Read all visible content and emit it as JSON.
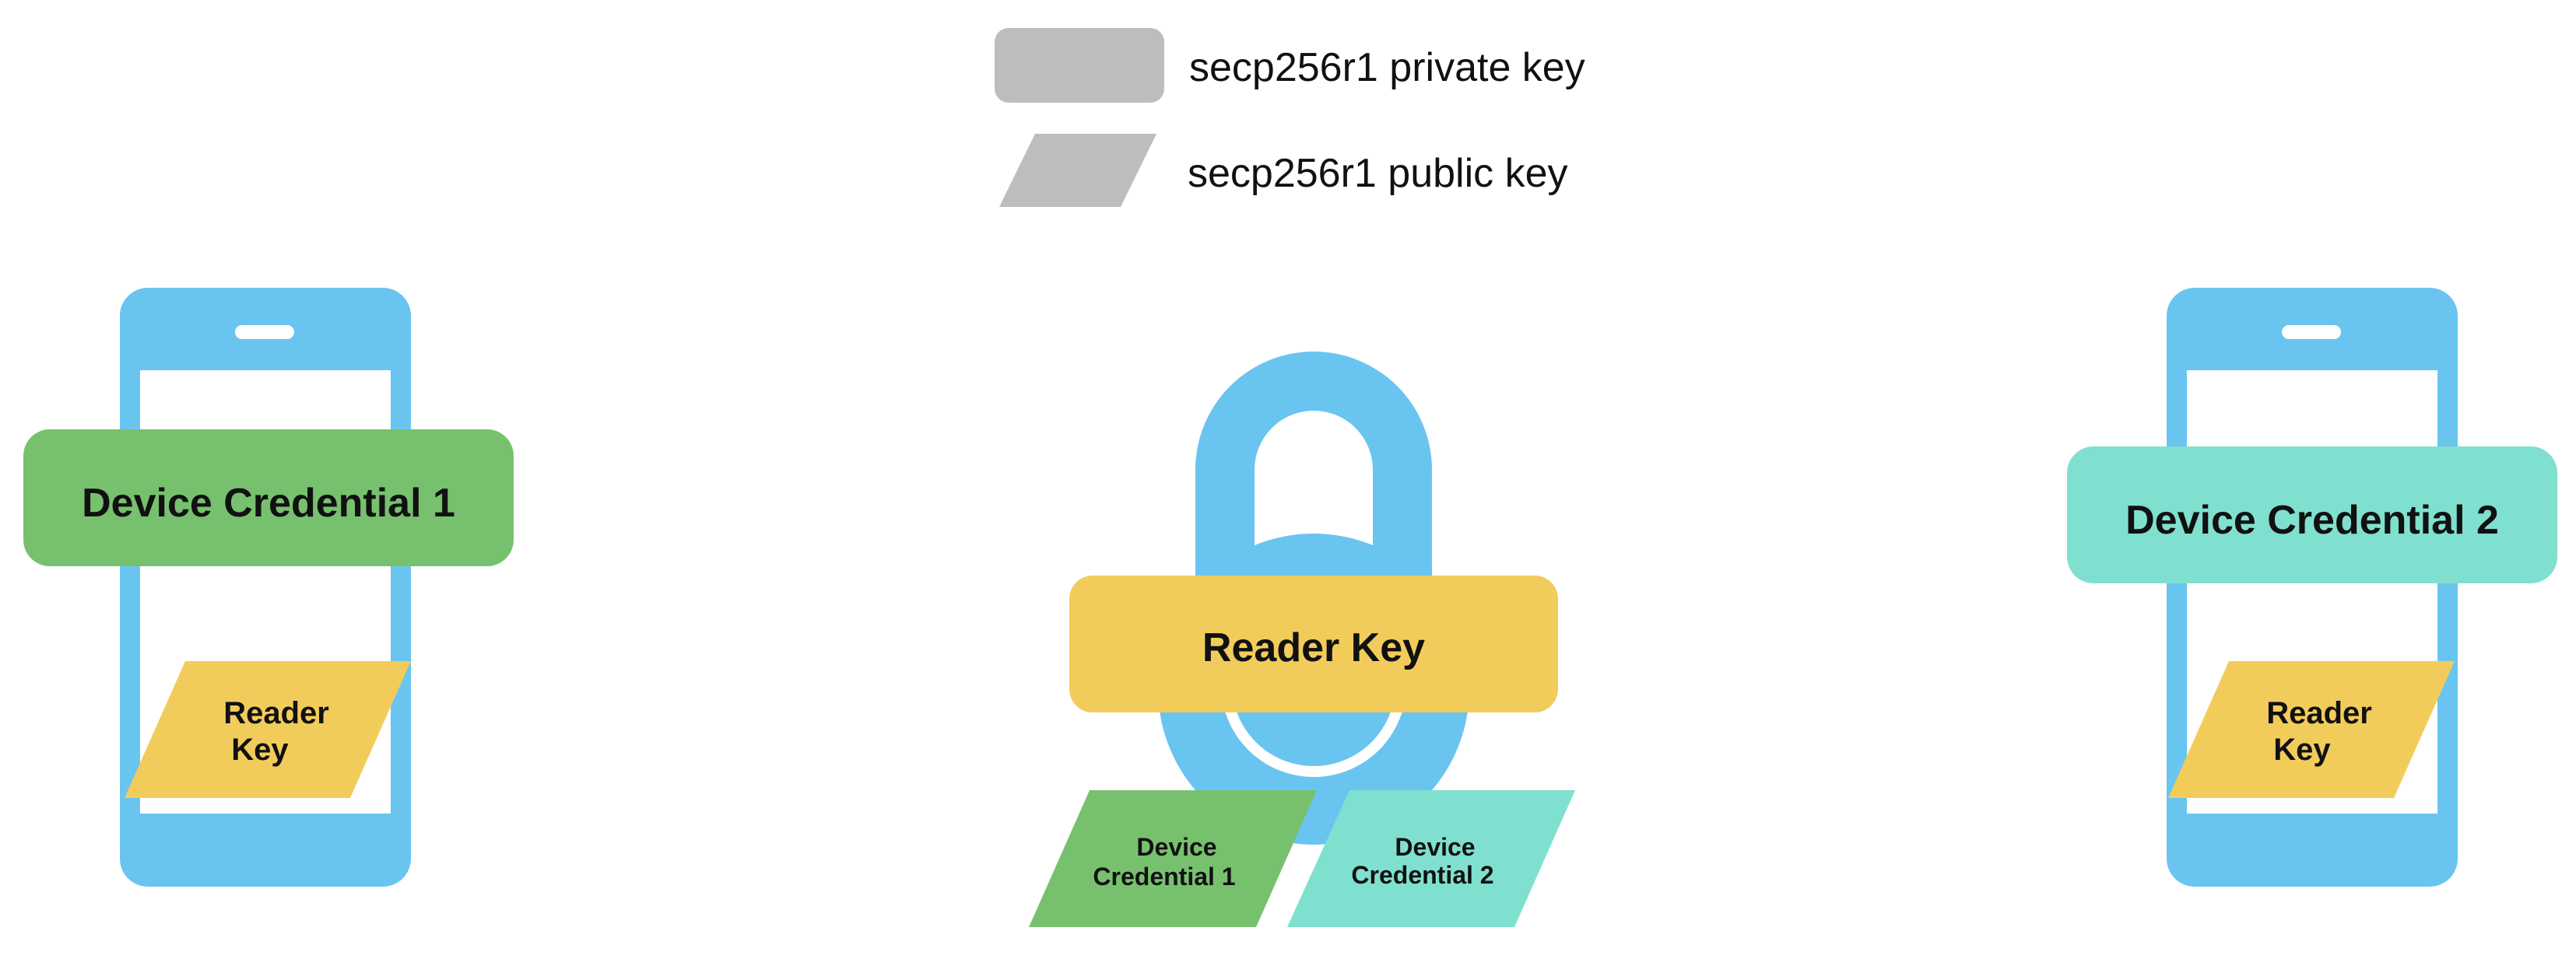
{
  "legend": {
    "private_key_label": "secp256r1 private key",
    "public_key_label": "secp256r1 public key"
  },
  "left_phone": {
    "credential_label": "Device Credential 1",
    "reader_key_line1": "Reader",
    "reader_key_line2": "Key"
  },
  "center_lock": {
    "reader_key_label": "Reader Key",
    "cred1_line1": "Device",
    "cred1_line2": "Credential 1",
    "cred2_line1": "Device",
    "cred2_line2": "Credential 2"
  },
  "right_phone": {
    "credential_label": "Device Credential 2",
    "reader_key_line1": "Reader",
    "reader_key_line2": "Key"
  },
  "colors": {
    "phone_blue": "#6ac4f0",
    "credential1_green": "#77c16e",
    "credential2_teal": "#80e0cf",
    "reader_key_yellow": "#f2cc5b",
    "legend_gray": "#bdbdbd",
    "text_black": "#111111",
    "screen_white": "#ffffff"
  }
}
